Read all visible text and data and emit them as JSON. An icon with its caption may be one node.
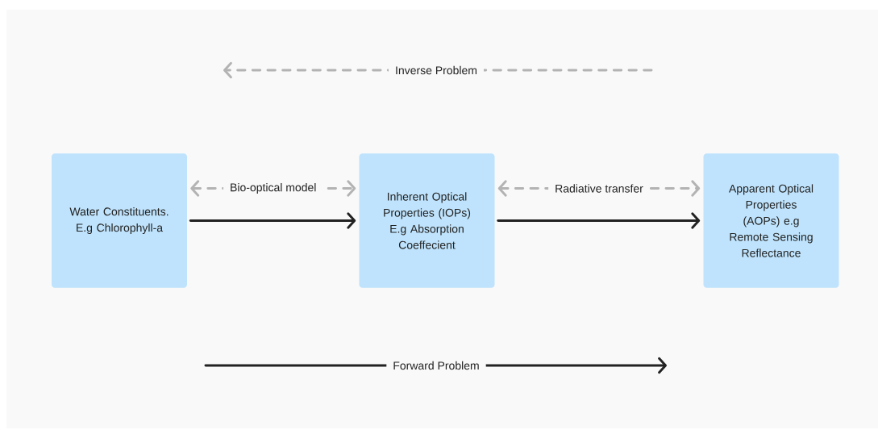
{
  "diagram": {
    "nodes": [
      {
        "text": [
          "Water Constituents. E.g Chlorophyll-a"
        ]
      },
      {
        "text": [
          "Inherent Optical Properties (IOPs) E.g Absorption Coeffecient"
        ]
      },
      {
        "text": [
          "Apparent Optical Properties (AOPs) e.g Remote Sensing Reflectance"
        ]
      }
    ],
    "edges": [
      {
        "from": 0,
        "to": 1,
        "arrow": "both",
        "label": "Bio-optical model",
        "style": "dashed",
        "color": "#b3b3b3"
      },
      {
        "from": 0,
        "to": 1,
        "arrow": "to",
        "color": "#222222"
      },
      {
        "from": 1,
        "to": 2,
        "arrow": "both",
        "label": "Radiative transfer",
        "style": "dashed",
        "color": "#b3b3b3"
      },
      {
        "from": 1,
        "to": 2,
        "arrow": "to",
        "color": "#222222"
      }
    ],
    "labels": [
      "Inverse Problem",
      "Forward Problem"
    ]
  }
}
